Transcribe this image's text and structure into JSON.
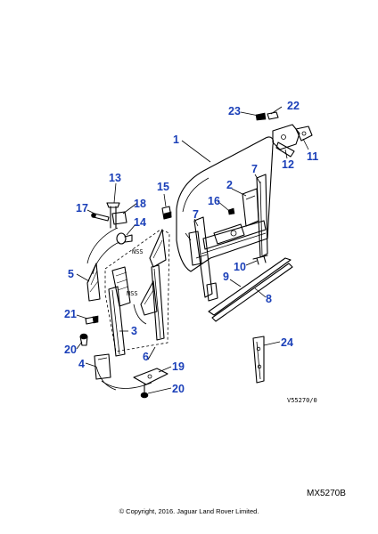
{
  "diagram": {
    "callouts": {
      "c1": "1",
      "c2": "2",
      "c3": "3",
      "c4": "4",
      "c5": "5",
      "c6": "6",
      "c7a": "7",
      "c7b": "7",
      "c8": "8",
      "c9": "9",
      "c10": "10",
      "c11": "11",
      "c12": "12",
      "c13": "13",
      "c14": "14",
      "c15": "15",
      "c16": "16",
      "c17": "17",
      "c18": "18",
      "c19": "19",
      "c20a": "20",
      "c20b": "20",
      "c21": "21",
      "c22": "22",
      "c23": "23",
      "c24": "24"
    },
    "nss_labels": {
      "upper": "NSS",
      "lower": "NSS"
    },
    "drawing_ref": "V55270/0",
    "figure_code": "MX5270B",
    "copyright": "© Copyright, 2016. Jaguar Land Rover Limited."
  }
}
